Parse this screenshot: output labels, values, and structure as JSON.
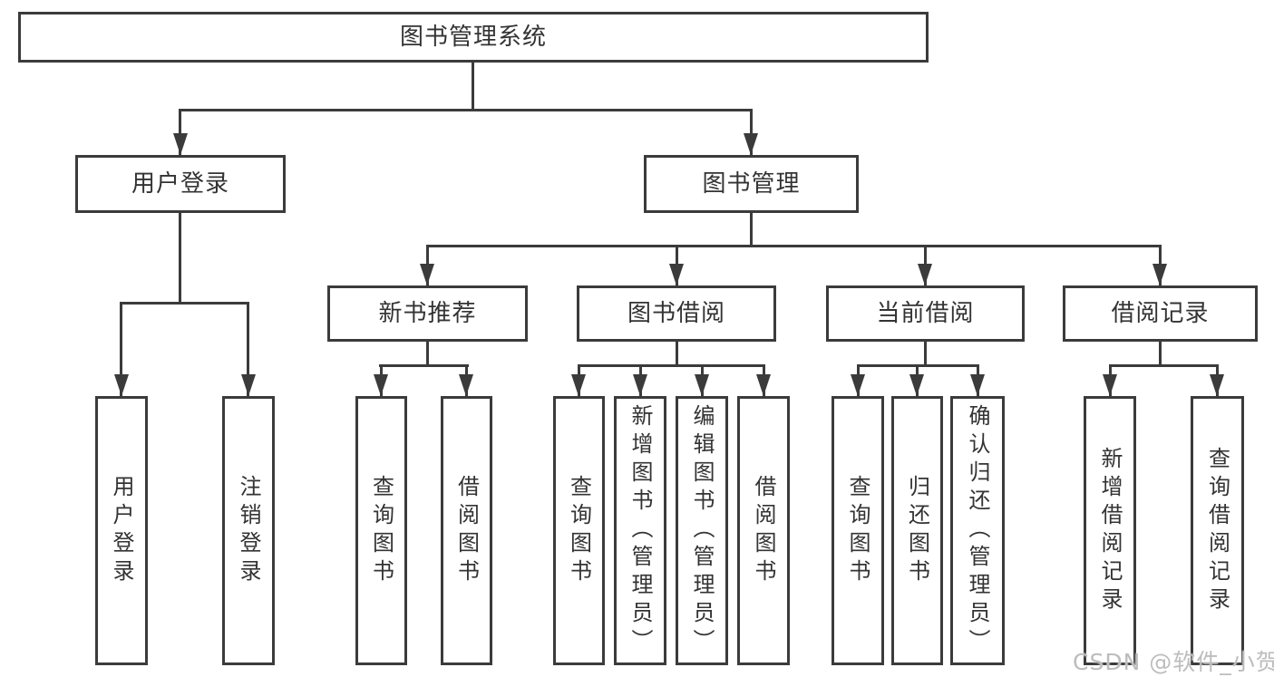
{
  "tree": {
    "root": {
      "label": "图书管理系统"
    },
    "children": [
      {
        "label": "用户登录",
        "children": [
          {
            "label": "用户登录"
          },
          {
            "label": "注销登录"
          }
        ]
      },
      {
        "label": "图书管理",
        "children": [
          {
            "label": "新书推荐",
            "children": [
              {
                "label": "查询图书"
              },
              {
                "label": "借阅图书"
              }
            ]
          },
          {
            "label": "图书借阅",
            "children": [
              {
                "label": "查询图书"
              },
              {
                "label": "新增图书（管理员）"
              },
              {
                "label": "编辑图书（管理员）"
              },
              {
                "label": "借阅图书"
              }
            ]
          },
          {
            "label": "当前借阅",
            "children": [
              {
                "label": "查询图书"
              },
              {
                "label": "归还图书"
              },
              {
                "label": "确认归还（管理员）"
              }
            ]
          },
          {
            "label": "借阅记录",
            "children": [
              {
                "label": "新增借阅记录"
              },
              {
                "label": "查询借阅记录"
              }
            ]
          }
        ]
      }
    ]
  },
  "watermark": {
    "text": "CSDN @软件_小贺同学"
  },
  "colors": {
    "line": "#3b3b3b",
    "text": "#333333",
    "watermark": "#bdbdbd",
    "background": "#ffffff"
  }
}
